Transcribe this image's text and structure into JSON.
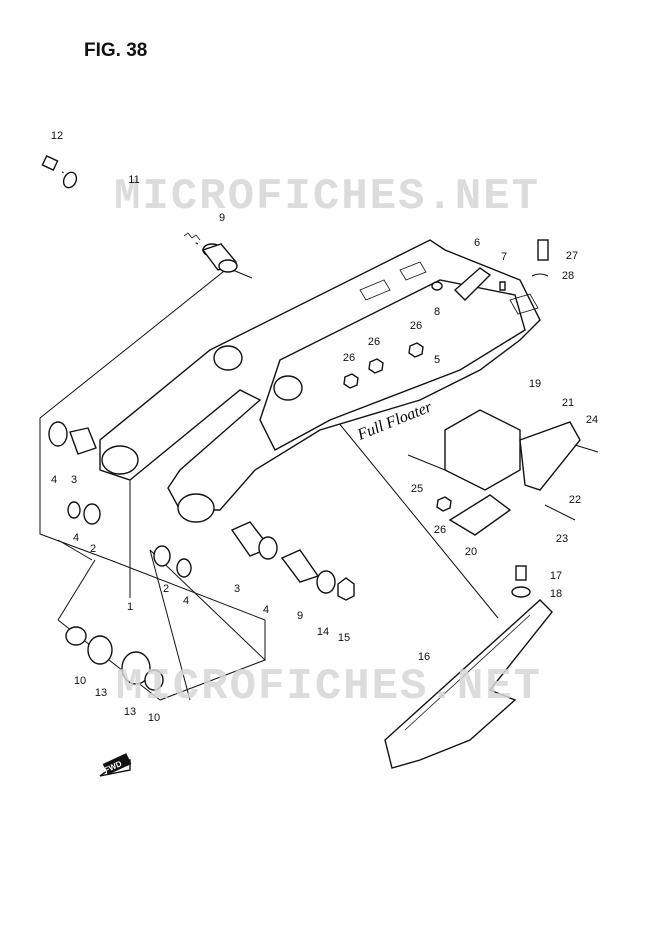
{
  "figure": {
    "title": "FIG. 38",
    "watermark": "MICROFICHES.NET",
    "fwd_label": "FWD"
  },
  "callouts": {
    "c12": "12",
    "c11": "11",
    "c9a": "9",
    "c6": "6",
    "c7": "7",
    "c27": "27",
    "c28": "28",
    "c8": "8",
    "c26a": "26",
    "c26b": "26",
    "c26c": "26",
    "c5": "5",
    "c19": "19",
    "c21": "21",
    "c24": "24",
    "c4a": "4",
    "c3a": "3",
    "c4b": "4",
    "c2a": "2",
    "c25": "25",
    "c22": "22",
    "c26d": "26",
    "c23": "23",
    "c20": "20",
    "c2b": "2",
    "c4c": "4",
    "c3b": "3",
    "c4d": "4",
    "c9b": "9",
    "c14": "14",
    "c15": "15",
    "c1": "1",
    "c17": "17",
    "c18": "18",
    "c16": "16",
    "c10a": "10",
    "c13a": "13",
    "c13b": "13",
    "c10b": "10"
  }
}
